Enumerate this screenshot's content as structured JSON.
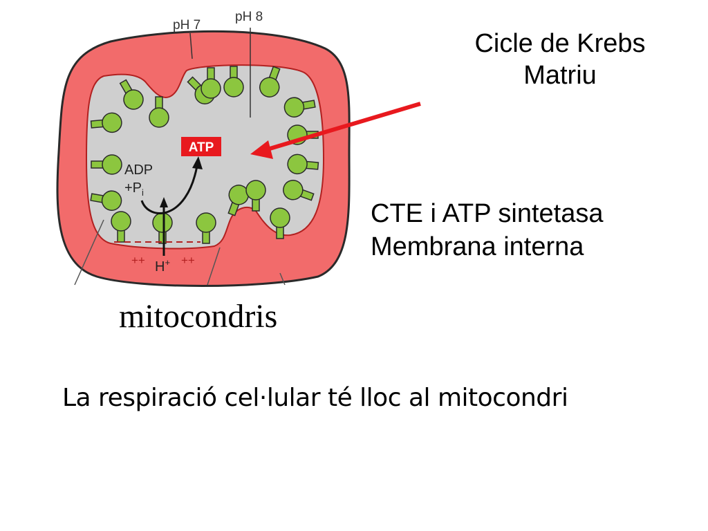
{
  "diagram": {
    "ph7": "pH 7",
    "ph8": "pH 8",
    "atp": "ATP",
    "adp": "ADP",
    "pi": "+P",
    "pi_sub": "i",
    "h_plus": "H",
    "h_sup": "+",
    "plus_left": "++",
    "plus_right": "++",
    "colors": {
      "membrane_fill": "#f26b6b",
      "matrix_fill": "#cfcfcf",
      "atp_synthase": "#8cc63f",
      "atp_box": "#e8191e",
      "arrow": "#e8191e"
    }
  },
  "labels": {
    "krebs_line1": "Cicle de Krebs",
    "krebs_line2": "Matriu",
    "cte_line1": "CTE i ATP sintetasa",
    "cte_line2": "Membrana interna",
    "mitocondris": "mitocondris",
    "respiracio": "La respiració cel·lular té lloc al mitocondri"
  }
}
